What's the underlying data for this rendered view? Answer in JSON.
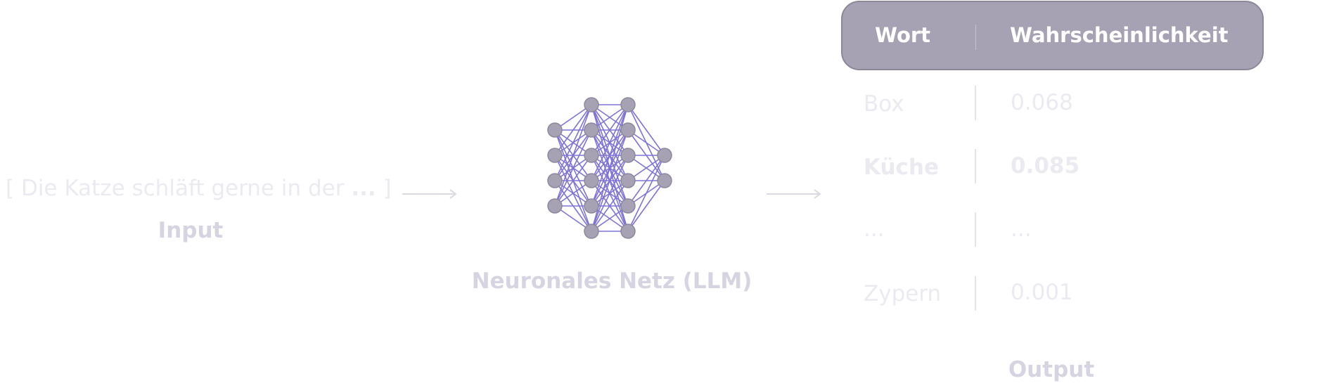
{
  "input": {
    "text_start": "[ Die Katze schläft gerne in der ",
    "text_ellipsis": "...",
    "text_end": " ]",
    "label": "Input"
  },
  "network": {
    "label": "Neuronales Netz (LLM)",
    "node_color": "#a7a2b3",
    "edge_color": "#7f73d6"
  },
  "output": {
    "label": "Output",
    "headers": {
      "word": "Wort",
      "probability": "Wahrscheinlichkeit"
    },
    "rows": [
      {
        "word": "Box",
        "probability": "0.068"
      },
      {
        "word": "Küche",
        "probability": "0.085"
      },
      {
        "word": "...",
        "probability": "..."
      },
      {
        "word": "Zypern",
        "probability": "0.001"
      }
    ]
  },
  "colors": {
    "header_fill": "#a7a2b3",
    "label_text": "#d7d4e2",
    "faint_text": "#eceaf1"
  }
}
